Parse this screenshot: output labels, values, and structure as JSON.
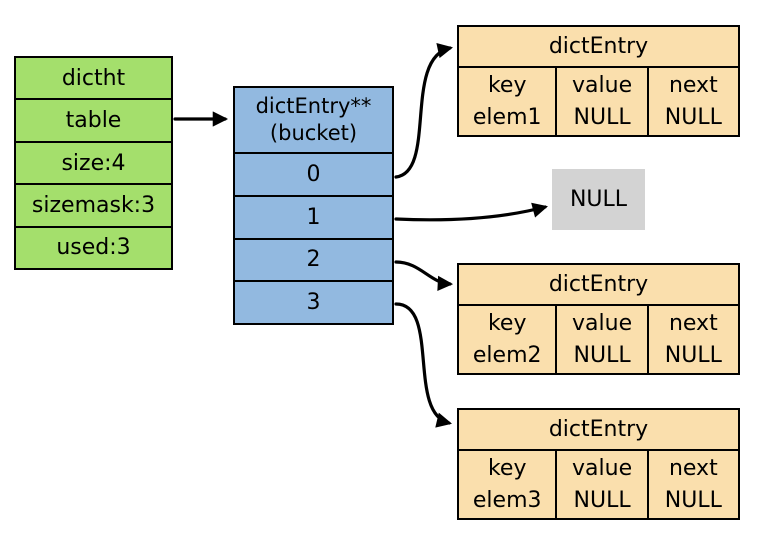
{
  "diagram": {
    "dictht_box": {
      "rows": [
        {
          "label": "dictht"
        },
        {
          "label": "table"
        },
        {
          "label": "size:4"
        },
        {
          "label": "sizemask:3"
        },
        {
          "label": "used:3"
        }
      ]
    },
    "bucket_box": {
      "title_line1": "dictEntry**",
      "title_line2": "(bucket)",
      "slots": [
        {
          "label": "0"
        },
        {
          "label": "1"
        },
        {
          "label": "2"
        },
        {
          "label": "3"
        }
      ]
    },
    "null_box": {
      "label": "NULL"
    },
    "entry_tables": [
      {
        "title": "dictEntry",
        "columns": [
          {
            "field": "key",
            "value": "elem1"
          },
          {
            "field": "value",
            "value": "NULL"
          },
          {
            "field": "next",
            "value": "NULL"
          }
        ]
      },
      {
        "title": "dictEntry",
        "columns": [
          {
            "field": "key",
            "value": "elem2"
          },
          {
            "field": "value",
            "value": "NULL"
          },
          {
            "field": "next",
            "value": "NULL"
          }
        ]
      },
      {
        "title": "dictEntry",
        "columns": [
          {
            "field": "key",
            "value": "elem3"
          },
          {
            "field": "value",
            "value": "NULL"
          },
          {
            "field": "next",
            "value": "NULL"
          }
        ]
      }
    ],
    "colors": {
      "green": "#A4DF6C",
      "blue": "#92B9E0",
      "wheat": "#FADFAD",
      "gray": "#D3D3D3",
      "stroke": "#000000",
      "background": "#FFFFFF"
    }
  }
}
